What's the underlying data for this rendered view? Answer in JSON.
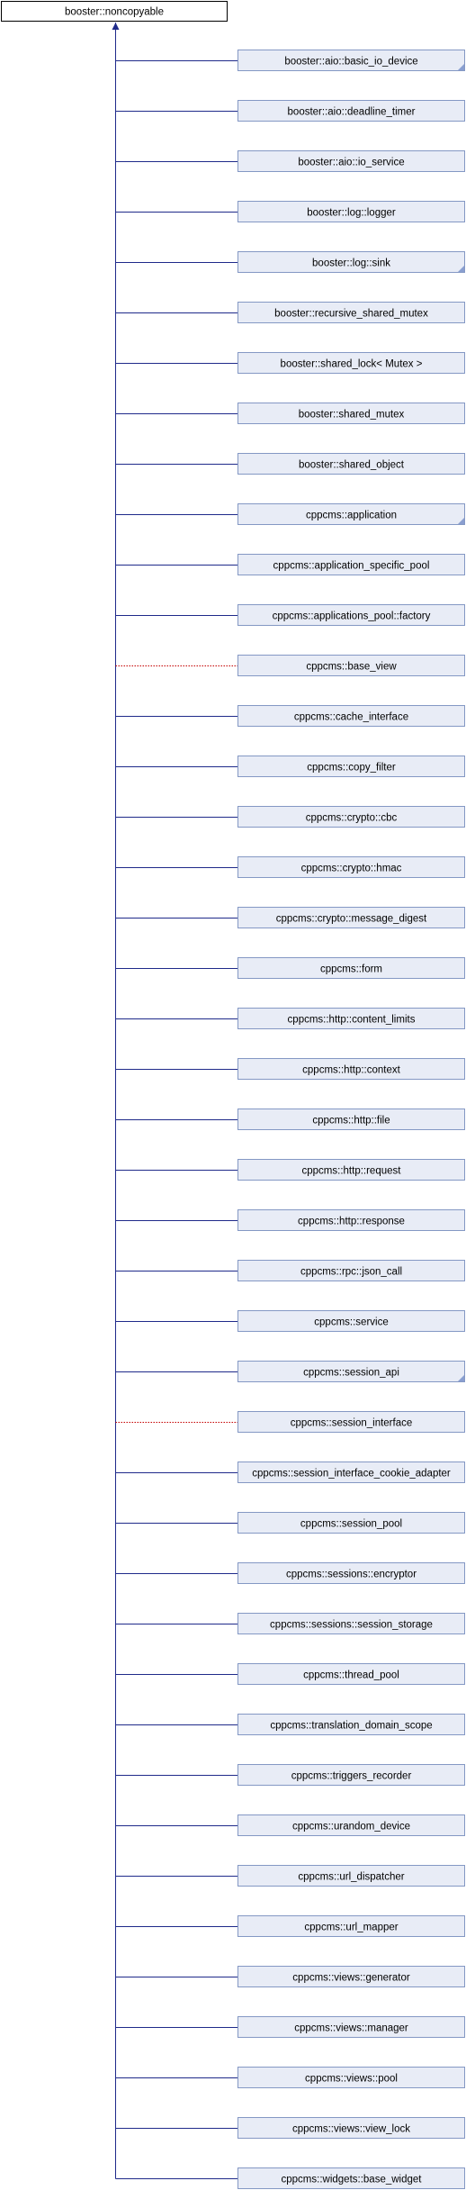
{
  "root": {
    "label": "booster::noncopyable"
  },
  "colors": {
    "child_fill": "#e8ecf6",
    "child_border": "#8498c4",
    "root_fill": "#ffffff",
    "root_border": "#000000",
    "public_edge": "#1f2a8a",
    "private_edge": "#c40000",
    "more_marker": "#8a9fd0"
  },
  "children": [
    {
      "label": "booster::aio::basic_io_device",
      "edge": "public",
      "has_more": true
    },
    {
      "label": "booster::aio::deadline_timer",
      "edge": "public",
      "has_more": false
    },
    {
      "label": "booster::aio::io_service",
      "edge": "public",
      "has_more": false
    },
    {
      "label": "booster::log::logger",
      "edge": "public",
      "has_more": false
    },
    {
      "label": "booster::log::sink",
      "edge": "public",
      "has_more": true
    },
    {
      "label": "booster::recursive_shared_mutex",
      "edge": "public",
      "has_more": false
    },
    {
      "label": "booster::shared_lock< Mutex >",
      "edge": "public",
      "has_more": false
    },
    {
      "label": "booster::shared_mutex",
      "edge": "public",
      "has_more": false
    },
    {
      "label": "booster::shared_object",
      "edge": "public",
      "has_more": false
    },
    {
      "label": "cppcms::application",
      "edge": "public",
      "has_more": true
    },
    {
      "label": "cppcms::application_specific_pool",
      "edge": "public",
      "has_more": false
    },
    {
      "label": "cppcms::applications_pool::factory",
      "edge": "public",
      "has_more": false
    },
    {
      "label": "cppcms::base_view",
      "edge": "private",
      "has_more": false
    },
    {
      "label": "cppcms::cache_interface",
      "edge": "public",
      "has_more": false
    },
    {
      "label": "cppcms::copy_filter",
      "edge": "public",
      "has_more": false
    },
    {
      "label": "cppcms::crypto::cbc",
      "edge": "public",
      "has_more": false
    },
    {
      "label": "cppcms::crypto::hmac",
      "edge": "public",
      "has_more": false
    },
    {
      "label": "cppcms::crypto::message_digest",
      "edge": "public",
      "has_more": false
    },
    {
      "label": "cppcms::form",
      "edge": "public",
      "has_more": false
    },
    {
      "label": "cppcms::http::content_limits",
      "edge": "public",
      "has_more": false
    },
    {
      "label": "cppcms::http::context",
      "edge": "public",
      "has_more": false
    },
    {
      "label": "cppcms::http::file",
      "edge": "public",
      "has_more": false
    },
    {
      "label": "cppcms::http::request",
      "edge": "public",
      "has_more": false
    },
    {
      "label": "cppcms::http::response",
      "edge": "public",
      "has_more": false
    },
    {
      "label": "cppcms::rpc::json_call",
      "edge": "public",
      "has_more": false
    },
    {
      "label": "cppcms::service",
      "edge": "public",
      "has_more": false
    },
    {
      "label": "cppcms::session_api",
      "edge": "public",
      "has_more": true
    },
    {
      "label": "cppcms::session_interface",
      "edge": "private",
      "has_more": false
    },
    {
      "label": "cppcms::session_interface_cookie_adapter",
      "edge": "public",
      "has_more": false
    },
    {
      "label": "cppcms::session_pool",
      "edge": "public",
      "has_more": false
    },
    {
      "label": "cppcms::sessions::encryptor",
      "edge": "public",
      "has_more": false
    },
    {
      "label": "cppcms::sessions::session_storage",
      "edge": "public",
      "has_more": false
    },
    {
      "label": "cppcms::thread_pool",
      "edge": "public",
      "has_more": false
    },
    {
      "label": "cppcms::translation_domain_scope",
      "edge": "public",
      "has_more": false
    },
    {
      "label": "cppcms::triggers_recorder",
      "edge": "public",
      "has_more": false
    },
    {
      "label": "cppcms::urandom_device",
      "edge": "public",
      "has_more": false
    },
    {
      "label": "cppcms::url_dispatcher",
      "edge": "public",
      "has_more": false
    },
    {
      "label": "cppcms::url_mapper",
      "edge": "public",
      "has_more": false
    },
    {
      "label": "cppcms::views::generator",
      "edge": "public",
      "has_more": false
    },
    {
      "label": "cppcms::views::manager",
      "edge": "public",
      "has_more": false
    },
    {
      "label": "cppcms::views::pool",
      "edge": "public",
      "has_more": false
    },
    {
      "label": "cppcms::views::view_lock",
      "edge": "public",
      "has_more": false
    },
    {
      "label": "cppcms::widgets::base_widget",
      "edge": "public",
      "has_more": false
    }
  ]
}
